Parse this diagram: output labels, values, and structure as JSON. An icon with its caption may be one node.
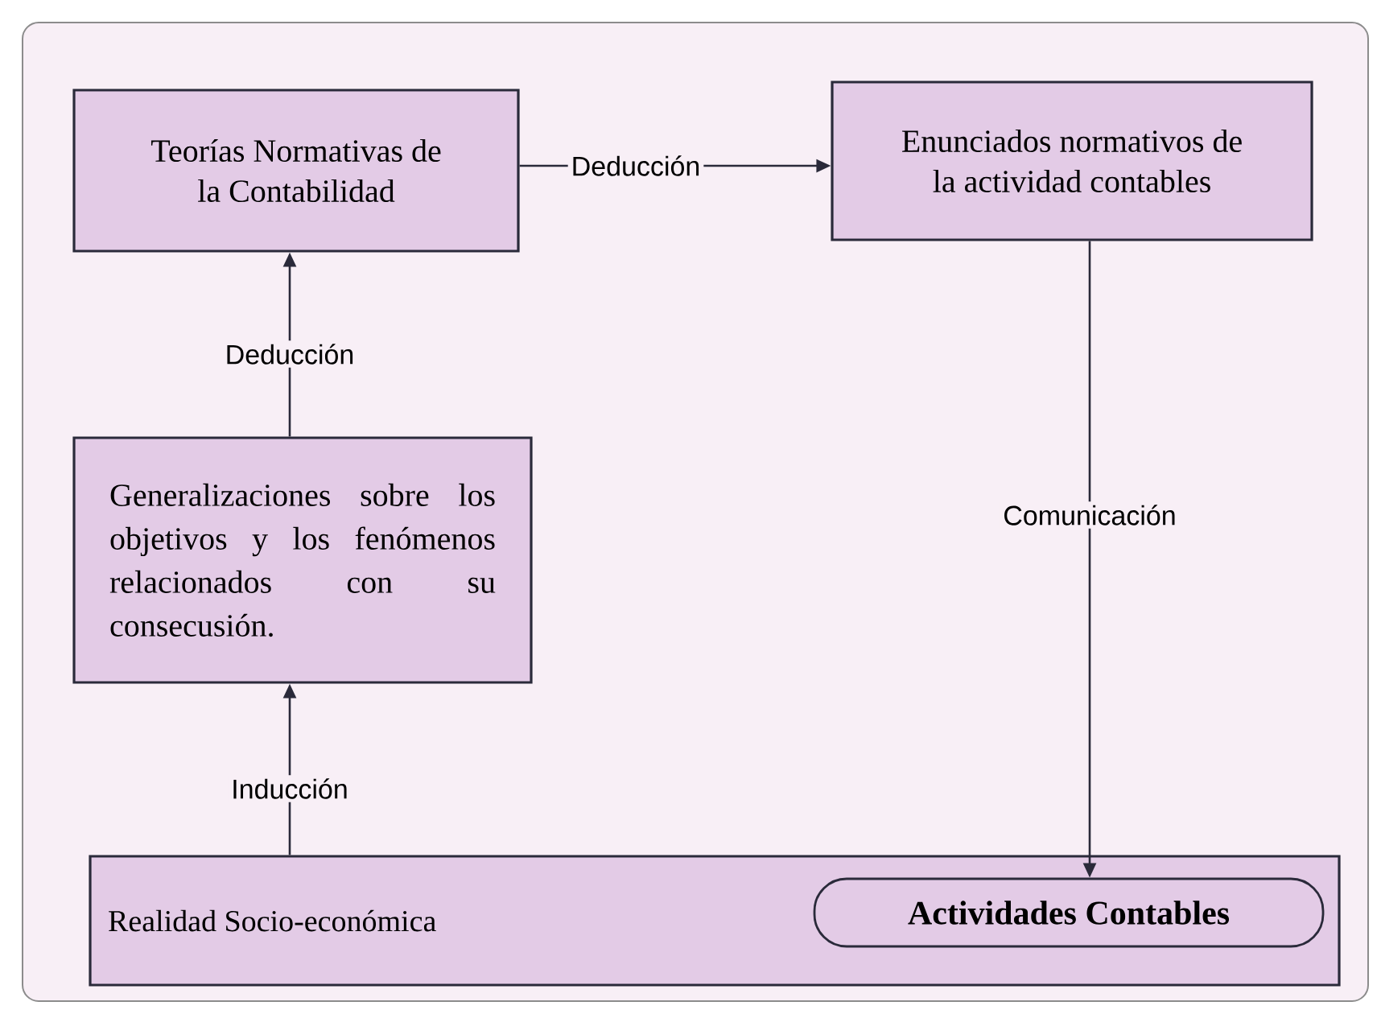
{
  "diagram": {
    "nodes": [
      {
        "text": [
          "Teorías Normativas de la Contabilidad"
        ]
      },
      {
        "text": [
          "Enunciados normativos de la actividad contables"
        ]
      },
      {
        "text": [
          "Generalizaciones sobre los objetivos y los fenómenos relacionados con su consecusión."
        ]
      },
      {
        "text": [
          "Realidad Socio-económica"
        ]
      },
      {
        "text": [
          "Actividades Contables"
        ],
        "in": 3
      }
    ],
    "edges": [
      {
        "from": 0,
        "to": 1,
        "arrow": "to",
        "label": "Deducción"
      },
      {
        "from": 2,
        "to": 0,
        "arrow": "to",
        "label": "Deducción"
      },
      {
        "from": 3,
        "to": 2,
        "arrow": "to",
        "label": "Inducción"
      },
      {
        "from": 1,
        "to": 4,
        "arrow": "to",
        "label": "Comunicación"
      }
    ]
  }
}
